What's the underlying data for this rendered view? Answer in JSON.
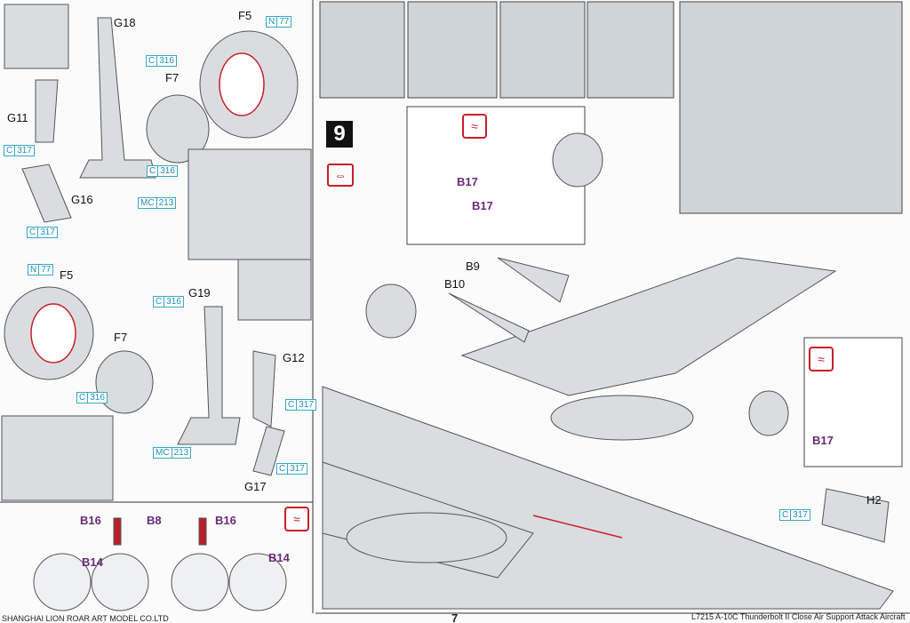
{
  "step": {
    "number": "9",
    "swap_icon": "swap-arrows-icon",
    "decal_icon": "decal-water-icon"
  },
  "parts": {
    "g18": "G18",
    "f5a": "F5",
    "f7a": "F7",
    "g11": "G11",
    "g16": "G16",
    "f5b": "F5",
    "f7b": "F7",
    "g19": "G19",
    "g12": "G12",
    "g17": "G17",
    "b16a": "B16",
    "b8": "B8",
    "b14a": "B14",
    "b16b": "B16",
    "b14b": "B14",
    "b17a": "B17",
    "b17b": "B17",
    "b9": "B9",
    "b10": "B10",
    "b17c": "B17",
    "h2": "H2"
  },
  "paints": {
    "c316": {
      "p": "C",
      "n": "316"
    },
    "n77": {
      "p": "N",
      "n": "77"
    },
    "c317": {
      "p": "C",
      "n": "317"
    },
    "mc213": {
      "p": "MC",
      "n": "213"
    }
  },
  "footer": {
    "company": "SHANGHAI LION ROAR ART MODEL CO.LTD",
    "page": "7",
    "product": "L7215 A-10C Thunderbolt II Close Air Support Attack Aircraft"
  },
  "colors": {
    "paint_box": "#3aa6c8",
    "decal_red": "#c81f2a",
    "part_gray": "#d9dde0"
  }
}
